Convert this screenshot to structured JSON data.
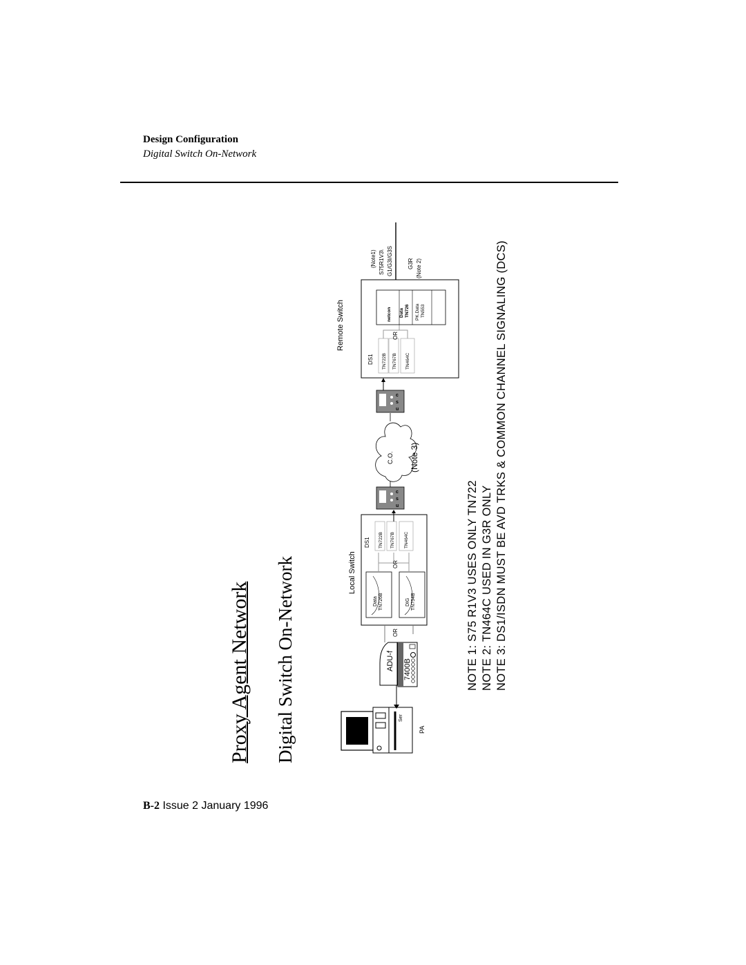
{
  "header": {
    "section": "Design Configuration",
    "subsection": "Digital Switch On-Network"
  },
  "titles": {
    "main": "Proxy Agent Network",
    "sub": "Digital Switch On-Network"
  },
  "diagram": {
    "pa_label": "PA",
    "ser_label": "Ser",
    "aduf_label": "ADU-f",
    "modem_label": "7400B",
    "or_label": "OR",
    "local_switch": {
      "label": "Local Switch",
      "ds1": "DS1",
      "board1_a": "Data",
      "board1_b": "TN726B",
      "board2_a": "DIG",
      "board2_b": "TN754B",
      "card1": "TN722B",
      "card2": "TN767B",
      "card3": "TN464C"
    },
    "csu_letters": "c s u",
    "co_label": "C.O.",
    "note3_label": "(Note 3)",
    "remote_switch": {
      "label": "Remote Switch",
      "ds1": "DS1",
      "card1": "TN722B",
      "card2": "TN767B",
      "card3": "TN464C",
      "netcon": "netcon",
      "data_a": "Data",
      "data_b": "TN726",
      "pk_a": "PK.Data",
      "pk_b": "TN553",
      "note1_a": "(Note1)",
      "note1_b": "S75R1V3\\",
      "note1_c": "G1/G3I/G3S",
      "note2_a": "G3R",
      "note2_b": "(Note 2)"
    }
  },
  "notes": [
    "NOTE 1:  S75 R1V3 USES ONLY TN722",
    "NOTE 2:  TN464C USED IN G3R ONLY",
    "NOTE 3:  DS1/ISDN MUST BE AVD TRKS & COMMON CHANNEL SIGNALING  (DCS)"
  ],
  "footer": {
    "page": "B-2",
    "issue": "Issue  2   January 1996"
  }
}
